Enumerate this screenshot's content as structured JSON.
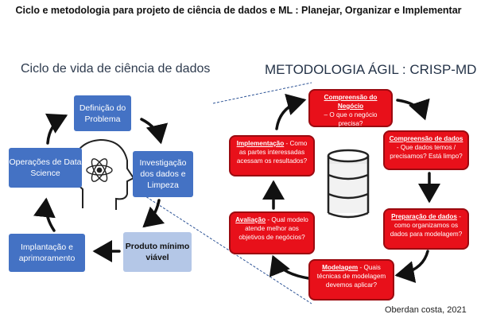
{
  "header": {
    "title": "Ciclo e metodologia para projeto de ciência de dados e ML : Planejar, Organizar e Implementar"
  },
  "left": {
    "title": "Ciclo de vida de ciência de dados",
    "boxes": {
      "definicao": "Definição do Problema",
      "investigacao": "Investigação dos dados e Limpeza",
      "produto": "Produto mínimo viável",
      "implantacao": "Implantação e aprimoramento",
      "operacoes": "Operações de Data Science"
    }
  },
  "right": {
    "title": "METODOLOGIA ÁGIL : CRISP-MD",
    "steps": {
      "negocio": {
        "label": "Compreensão do Negócio",
        "question": "– O que o negócio precisa?"
      },
      "dados": {
        "label": "Compreensão de dados",
        "question": "- Que dados temos / precisamos? Está limpo?"
      },
      "preparacao": {
        "label": "Preparação de dados",
        "question": "- como organizamos os dados para modelagem?"
      },
      "modelagem": {
        "label": "Modelagem",
        "question": "- Quais técnicas de modelagem devemos aplicar?"
      },
      "avaliacao": {
        "label": "Avaliação",
        "question": "- Qual modelo atende melhor aos objetivos de negócios?"
      },
      "implementacao": {
        "label": "Implementação",
        "question": "- Como as partes interessadas acessam os resultados?"
      }
    }
  },
  "author": "Oberdan costa, 2021",
  "colors": {
    "blue_box": "#4472c4",
    "light_box": "#b4c7e7",
    "red_box": "#e8101a",
    "arrow": "#111111",
    "dashed_line": "#2f5597"
  }
}
